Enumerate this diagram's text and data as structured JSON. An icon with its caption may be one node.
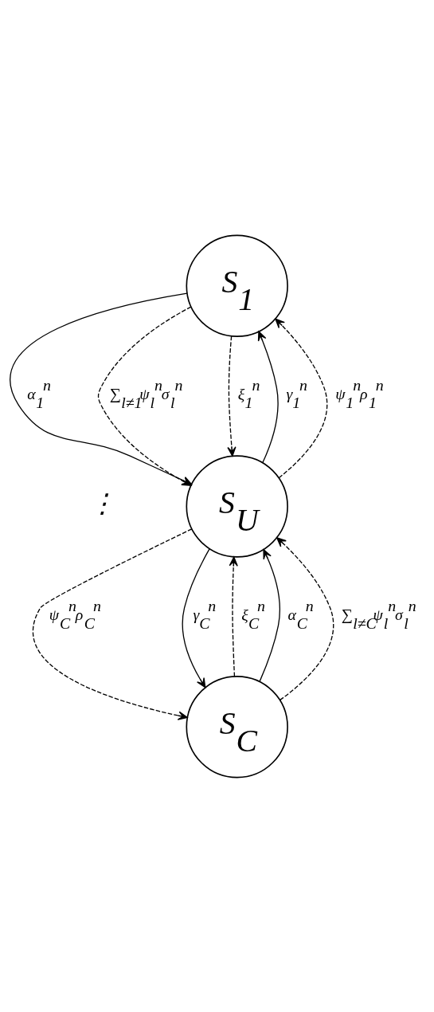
{
  "diagram": {
    "nodes": [
      {
        "text": [
          "S$_{1}$"
        ]
      },
      {
        "text": [
          "S$_{U}$"
        ]
      },
      {
        "text": [
          "S$_{C}$"
        ]
      }
    ],
    "edges": [
      {
        "from": 0,
        "to": 1,
        "arrow": "to",
        "label": "α$_{1}$$^{n}$"
      },
      {
        "from": 1,
        "to": 0,
        "arrow": "to",
        "label": "γ$_{1}$$^{n}$"
      },
      {
        "from": 0,
        "to": 1,
        "arrow": "to",
        "label": "∑$_{l≠1}$ψ$_{l}$$^{n}$σ$_{l}$$^{n}$",
        "style": "dashed"
      },
      {
        "from": 1,
        "to": 0,
        "arrow": "to",
        "label": "ψ$_{1}$$^{n}$ρ$_{1}$$^{n}$",
        "style": "dashed"
      },
      {
        "from": 0,
        "to": 1,
        "arrow": "to",
        "label": "ξ$_{1}$$^{n}$",
        "style": "dashed"
      },
      {
        "from": 2,
        "to": 1,
        "arrow": "to",
        "label": "ξ$_{C}$$^{n}$",
        "style": "dashed"
      },
      {
        "from": 1,
        "to": 2,
        "arrow": "to",
        "label": "ψ$_{C}$$^{n}$ρ$_{C}$$^{n}$",
        "style": "dashed"
      },
      {
        "from": 1,
        "to": 2,
        "arrow": "to",
        "label": "γ$_{C}$$^{n}$"
      },
      {
        "from": 2,
        "to": 1,
        "arrow": "to",
        "label": "α$_{C}$$^{n}$"
      },
      {
        "from": 2,
        "to": 1,
        "arrow": "to",
        "label": "∑$_{l≠C}$ψ$_{l}$$^{n}$σ$_{l}$$^{n}$",
        "style": "dashed"
      }
    ],
    "labels": [
      "⋮"
    ]
  }
}
